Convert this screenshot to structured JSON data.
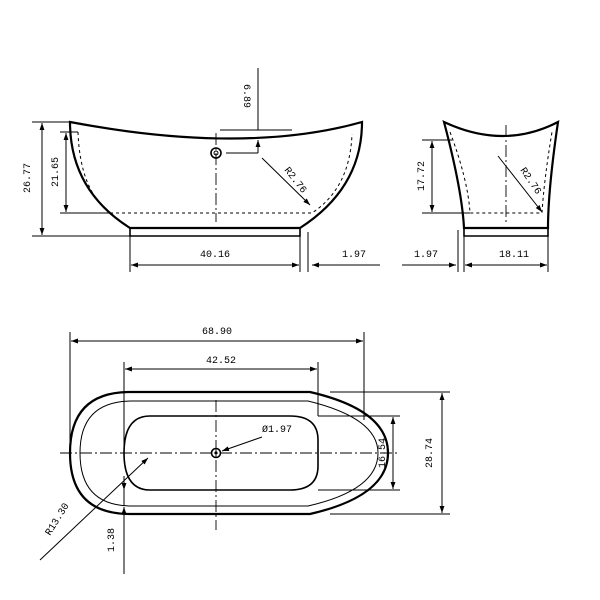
{
  "side_view": {
    "dims": {
      "top_offset": "6.89",
      "overall_height": "26.77",
      "inner_depth": "21.65",
      "rim_radius": "R2.76",
      "base_length": "40.16",
      "foot_offset": "1.97"
    }
  },
  "end_view": {
    "dims": {
      "inner_depth": "17.72",
      "rim_radius": "R2.76",
      "foot_offset": "1.97",
      "base_width": "18.11"
    }
  },
  "plan_view": {
    "dims": {
      "overall_length": "68.90",
      "basin_length": "42.52",
      "drain_diameter": "Ø1.97",
      "basin_width": "16.54",
      "overall_width": "28.74",
      "corner_radius": "R13.30",
      "rim_thickness": "1.38"
    }
  }
}
